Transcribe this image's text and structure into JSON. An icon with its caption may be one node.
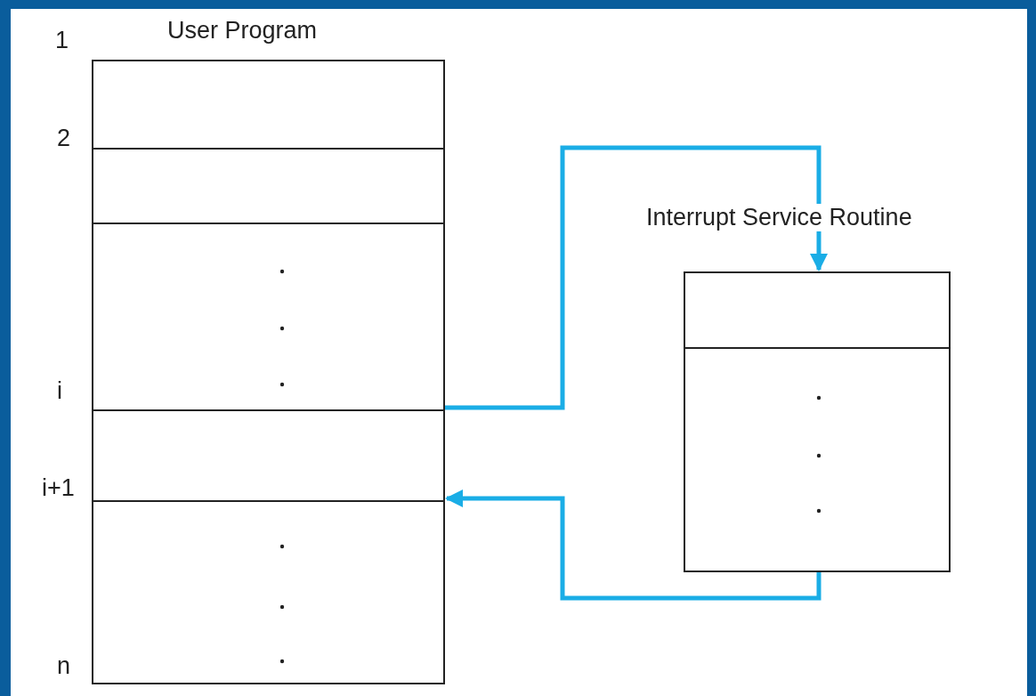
{
  "diagram": {
    "nodes": [
      {
        "text": [
          "User Program"
        ]
      },
      {
        "text": [
          "Interrupt Service Routine"
        ]
      }
    ],
    "edges": [
      {
        "from": 0,
        "to": 1,
        "arrow": "to"
      },
      {
        "from": 1,
        "to": 0,
        "arrow": "to"
      }
    ],
    "labels": [
      "1",
      "2",
      "i",
      "i+1",
      "n"
    ]
  }
}
